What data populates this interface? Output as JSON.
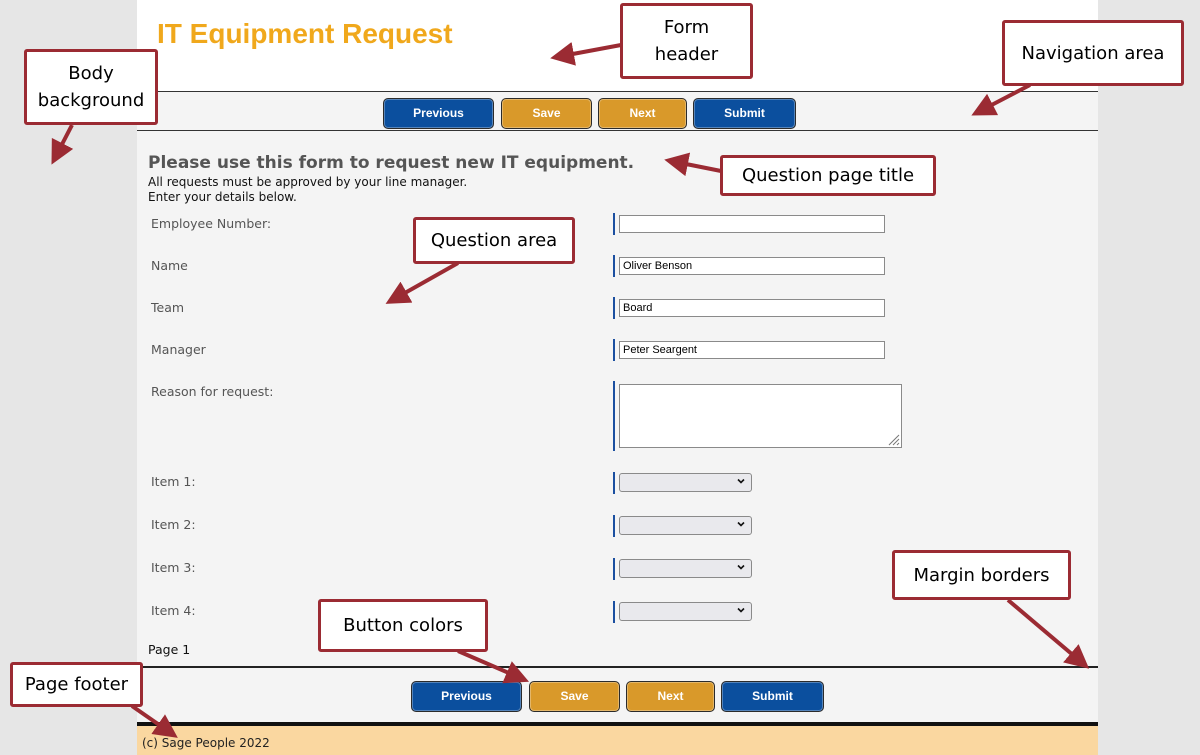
{
  "form": {
    "title": "IT Equipment Request",
    "colors": {
      "title": "#f0a81c",
      "button_blue": "#0b4f9e",
      "button_orange": "#d9992a",
      "footer": "#fad7a0",
      "body_bg": "#e6e6e6",
      "callout_border": "#9b2b33"
    }
  },
  "nav": {
    "previous_label": "Previous",
    "save_label": "Save",
    "next_label": "Next",
    "submit_label": "Submit"
  },
  "question_page": {
    "title": "Please use this form to request new IT equipment.",
    "intro_line1": "All requests must be approved by your line manager.",
    "intro_line2": "Enter your details below.",
    "page_label": "Page 1"
  },
  "fields": {
    "employee_number": {
      "label": "Employee Number:",
      "value": ""
    },
    "name": {
      "label": "Name",
      "value": "Oliver Benson"
    },
    "team": {
      "label": "Team",
      "value": "Board"
    },
    "manager": {
      "label": "Manager",
      "value": "Peter Seargent"
    },
    "reason": {
      "label": "Reason for request:",
      "value": ""
    },
    "item1": {
      "label": "Item 1:",
      "value": ""
    },
    "item2": {
      "label": "Item 2:",
      "value": ""
    },
    "item3": {
      "label": "Item 3:",
      "value": ""
    },
    "item4": {
      "label": "Item 4:",
      "value": ""
    }
  },
  "footer": {
    "text": "(c) Sage People 2022"
  },
  "callouts": {
    "form_header": "Form header",
    "body_background": "Body background",
    "navigation_area": "Navigation area",
    "question_page_title": "Question page title",
    "question_area": "Question area",
    "margin_borders": "Margin borders",
    "button_colors": "Button colors",
    "page_footer": "Page footer"
  }
}
